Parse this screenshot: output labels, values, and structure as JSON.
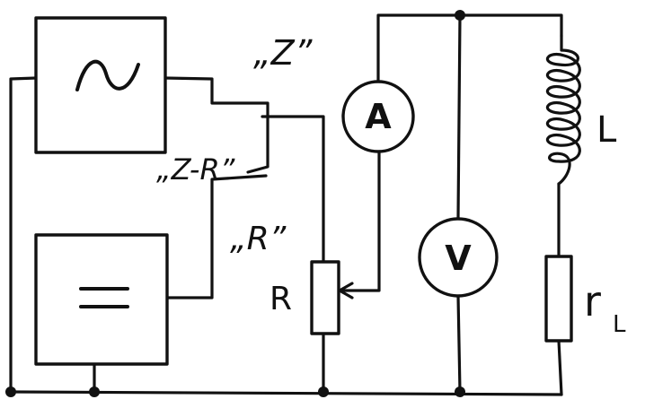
{
  "sources": {
    "ac_symbol": "~",
    "dc_symbol": "="
  },
  "switch_labels": {
    "z": "„Z”",
    "z_minus_r": "„Z-R”",
    "r": "„R”"
  },
  "meters": {
    "ammeter": "A",
    "voltmeter": "V"
  },
  "components": {
    "resistor_label": "R",
    "inductor_label": "L",
    "inductor_resistance_label": "r",
    "inductor_resistance_subscript": "L"
  },
  "colors": {
    "ink": "#111111",
    "paper": "#ffffff"
  }
}
